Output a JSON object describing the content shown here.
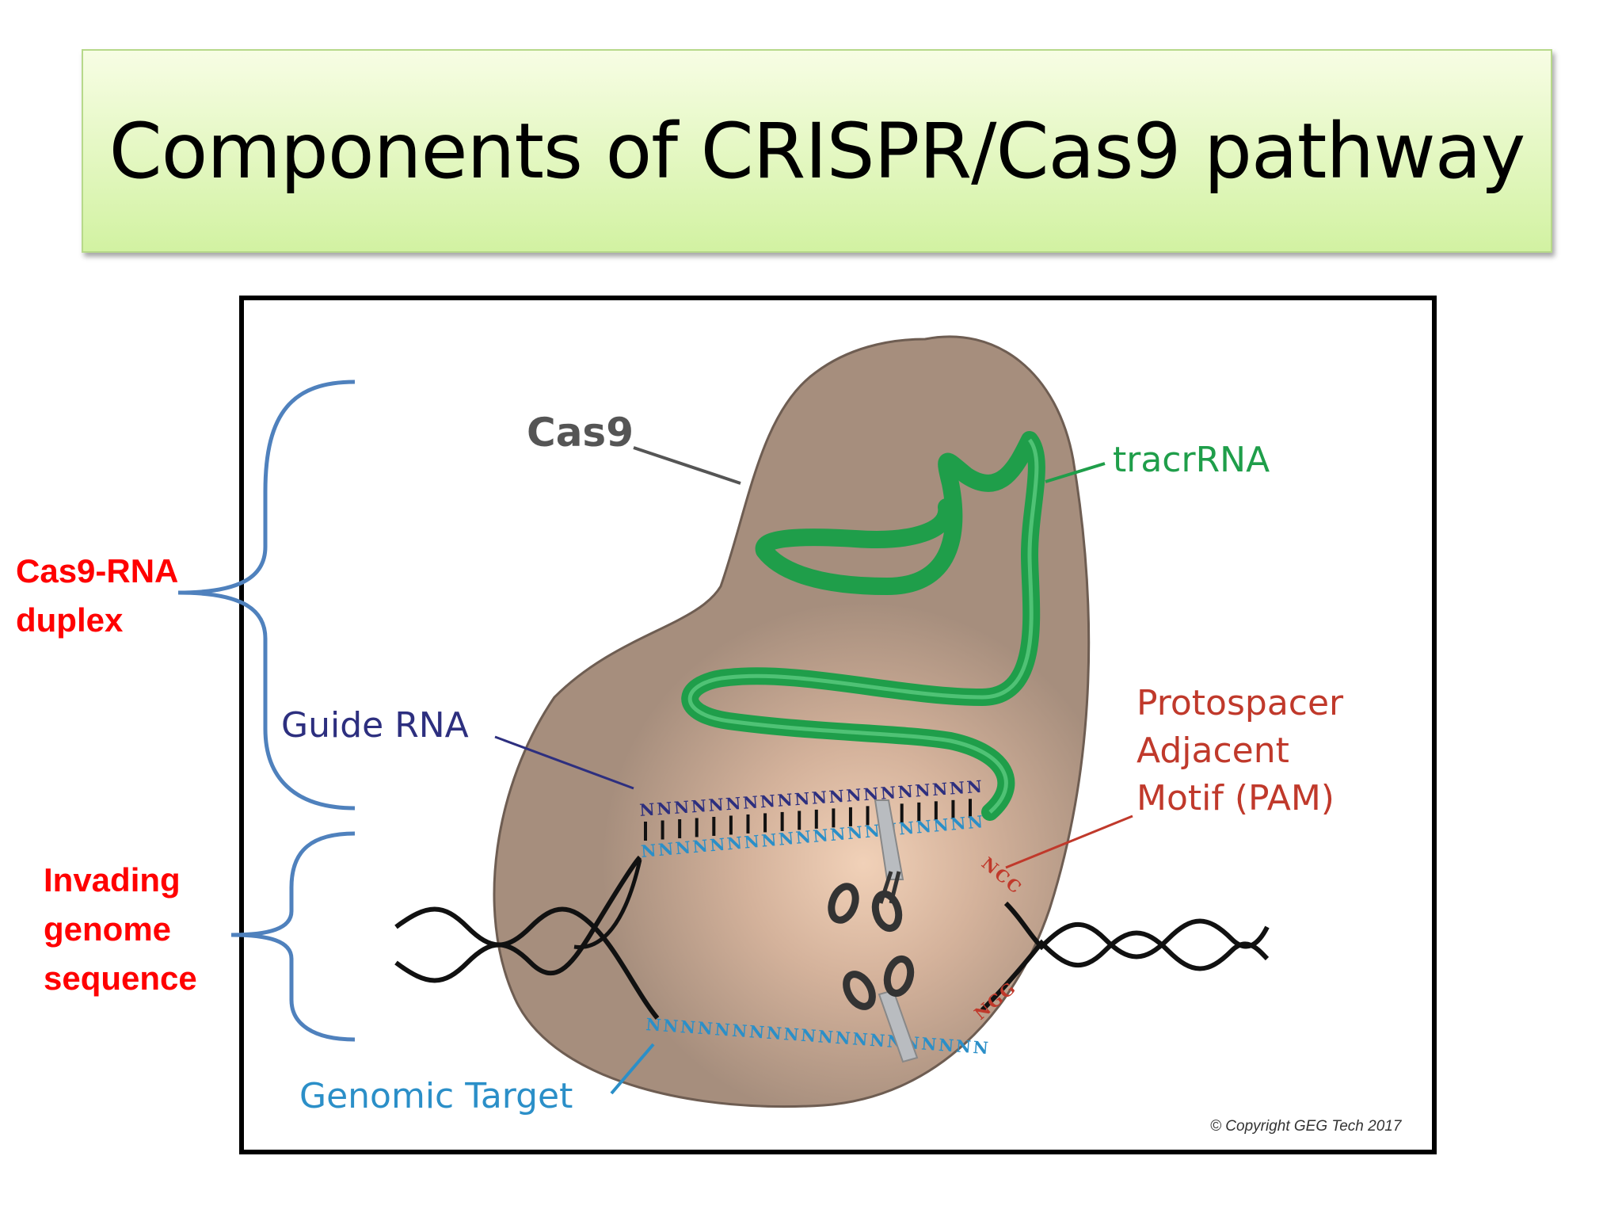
{
  "title": "Components of CRISPR/Cas9 pathway",
  "side_labels": {
    "duplex": [
      "Cas9-RNA",
      "duplex"
    ],
    "invading": [
      "Invading",
      "genome",
      "sequence"
    ]
  },
  "diagram": {
    "cas9": "Cas9",
    "tracr": "tracrRNA",
    "guide": "Guide RNA",
    "pam": [
      "Protospacer",
      "Adjacent",
      "Motif (PAM)"
    ],
    "genomic": "Genomic Target",
    "copyright": "© Copyright GEG Tech 2017",
    "guide_seq": "NNNNNNNNNNNNNNNNNNNN",
    "target_top_seq": "NNNNNNNNNNNNNNNNNNNN",
    "target_bottom_seq": "NNNNNNNNNNNNNNNNNNNN",
    "pam_top": "NCC",
    "pam_bottom": "NGG"
  },
  "colors": {
    "cas9_body": "#a68e7d",
    "tracr_green": "#1f9e4a",
    "guide_navy": "#2d2f7f",
    "target_blue": "#2b8fc8",
    "pam_red": "#c0392b",
    "label_red": "#ff0000",
    "brace_blue": "#4f81bd"
  }
}
